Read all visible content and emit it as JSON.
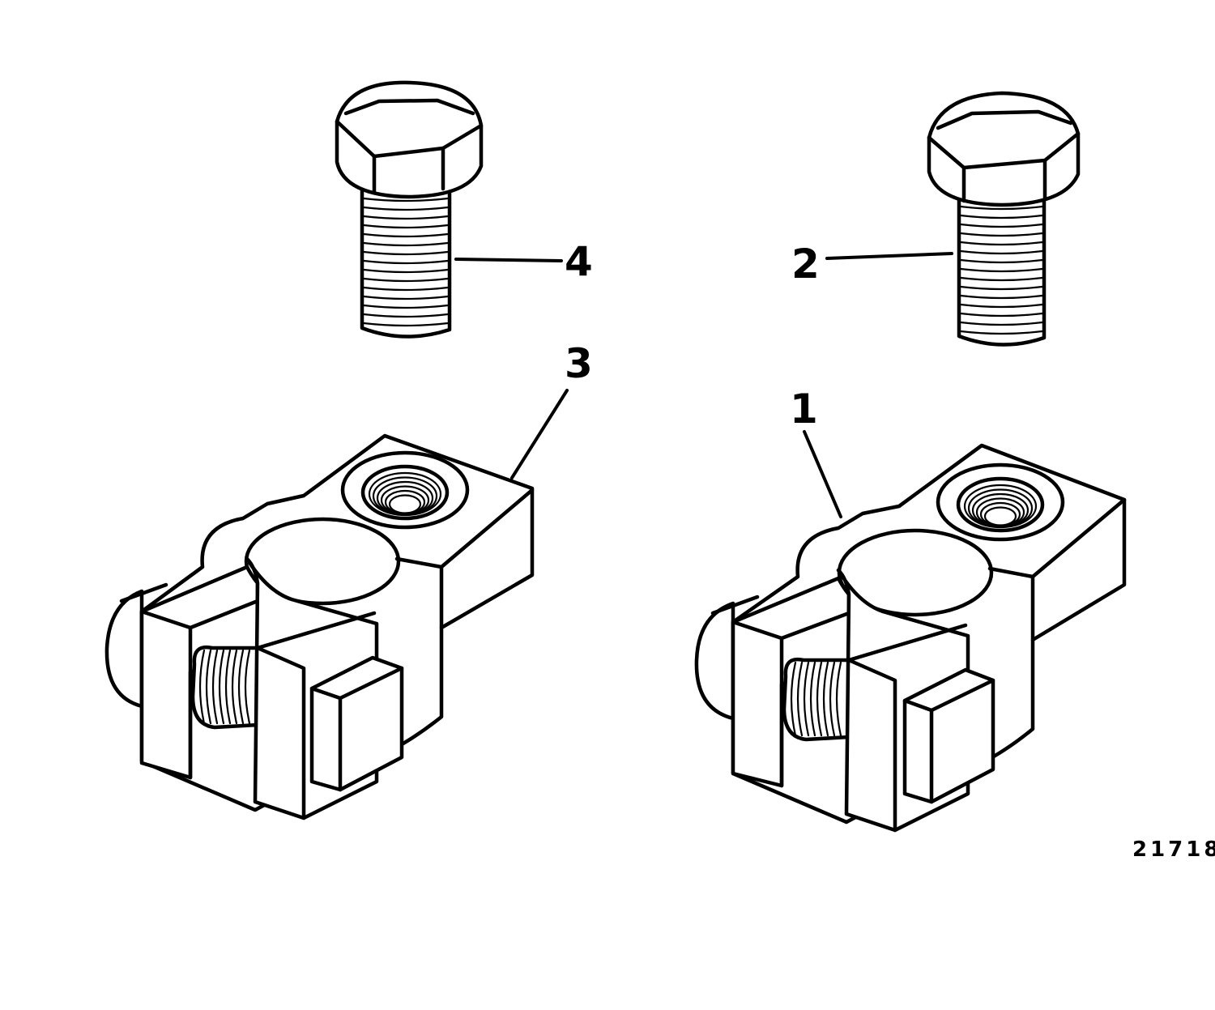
{
  "callouts": {
    "item1": "1",
    "item2": "2",
    "item3": "3",
    "item4": "4"
  },
  "figure_number": "21718",
  "colors": {
    "ink": "#000000",
    "paper": "#ffffff"
  }
}
